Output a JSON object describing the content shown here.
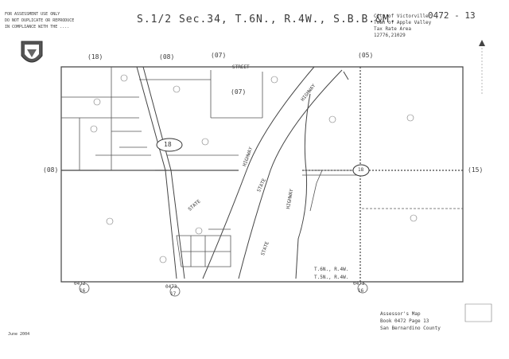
{
  "header": {
    "title": "S.1/2 Sec.34, T.6N., R.4W., S.B.B.&M.",
    "city_lines": [
      "City of Victorville",
      "Town of Apple Valley",
      "Tax Rate Area",
      "12776,21029"
    ],
    "book_page": "0472 - 13",
    "disclaimer_lines": [
      "FOR ASSESSMENT USE ONLY",
      "DO NOT DUPLICATE OR REPRODUCE",
      "IN COMPLIANCE WITH THE ...."
    ]
  },
  "section_numbers": {
    "top": [
      "(18)",
      "(08)",
      "(07)",
      "(05)"
    ],
    "left": "(08)",
    "right": "(15)"
  },
  "route": {
    "shield": "18",
    "shield_right": "18"
  },
  "roads": {
    "highway": "HIGHWAY",
    "state": "STATE",
    "street": "STREET"
  },
  "parcels": {
    "p07": "(07)"
  },
  "township_lines": [
    "T.6N., R.4W.",
    "T.5N., R.4W."
  ],
  "adjoining_maps": [
    {
      "book": "0472",
      "page": "16"
    },
    {
      "book": "0473",
      "page": "17"
    },
    {
      "book": "0473",
      "page": "16"
    }
  ],
  "footer": {
    "assessor_lines": [
      "Assessor's Map",
      "Book 0472 Page 13",
      "San Bernardino County"
    ],
    "date": "June 2004"
  }
}
